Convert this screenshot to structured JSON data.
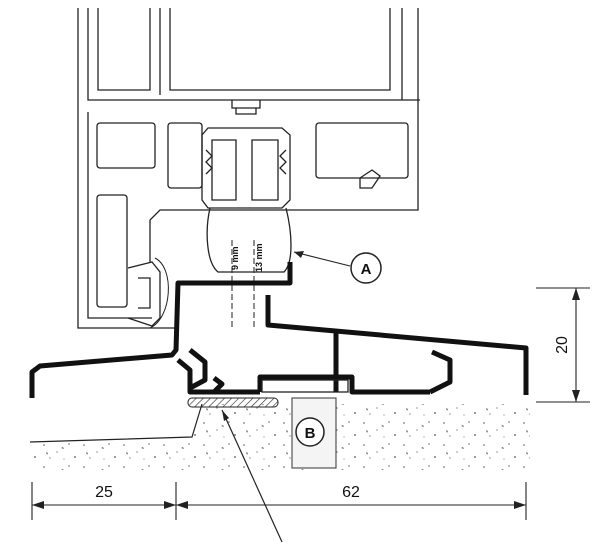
{
  "dimensions": {
    "left_width": "25",
    "right_width": "62",
    "height": "20"
  },
  "callouts": {
    "a": "A",
    "b": "B"
  },
  "gasket_labels": {
    "small": "9 mm",
    "large": "13 mm"
  }
}
